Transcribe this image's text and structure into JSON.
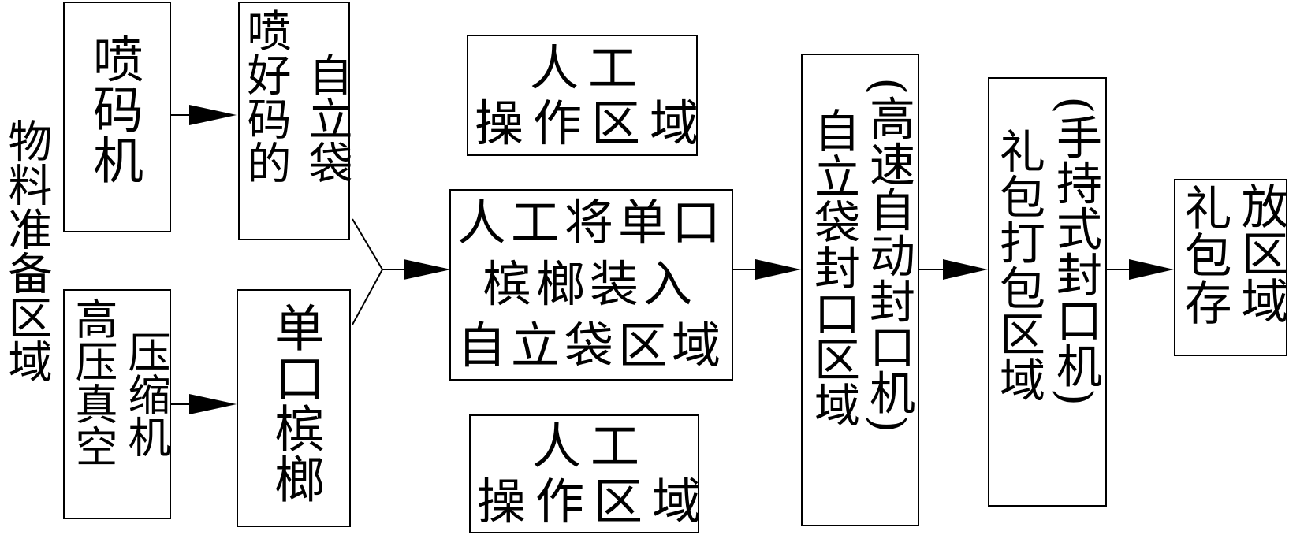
{
  "side_label": "物料准备区域",
  "printer": "喷码机",
  "printed_pouch": {
    "col_right": "自立袋",
    "col_left": "喷好码的"
  },
  "compressor": {
    "col_right": "压缩机",
    "col_left": "高压真空"
  },
  "single_nut": "单口槟榔",
  "manual_top": {
    "line1": "人工",
    "line2": "操作区域"
  },
  "loading": {
    "line1": "人工将单口",
    "line2": "槟榔装入",
    "line3": "自立袋区域"
  },
  "manual_bottom": {
    "line1": "人工",
    "line2": "操作区域"
  },
  "sealing": {
    "col_right": "(高速自动封口机)",
    "col_left": "自立袋封口区域"
  },
  "packing": {
    "col_right": "(手持式封口机)",
    "col_left": "礼包打包区域"
  },
  "storage": {
    "col_right": "放区域",
    "col_left": "礼包存"
  }
}
